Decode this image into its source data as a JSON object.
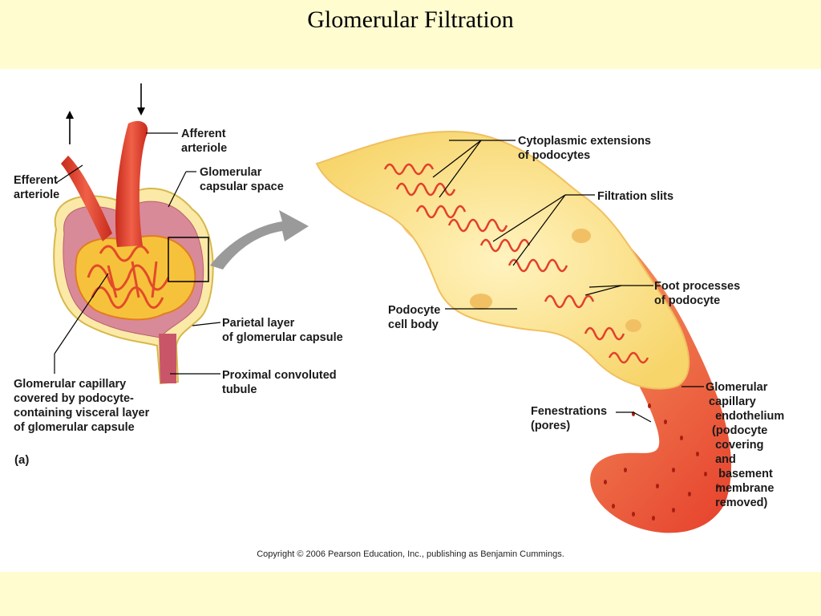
{
  "slide": {
    "title": "Glomerular Filtration",
    "copyright": "Copyright © 2006 Pearson Education, Inc., publishing as Benjamin Cummings.",
    "panel_label": "(a)"
  },
  "labels": {
    "afferent": "Afferent\narteriole",
    "efferent": "Efferent\narteriole",
    "capsular_space": "Glomerular\ncapsular space",
    "parietal": "Parietal layer\nof glomerular capsule",
    "pct": "Proximal convoluted\ntubule",
    "capillary_visceral": "Glomerular capillary\ncovered by podocyte-\ncontaining visceral layer\nof glomerular capsule",
    "cytoplasmic": "Cytoplasmic extensions\nof podocytes",
    "slits": "Filtration slits",
    "foot": "Foot processes\nof podocyte",
    "podocyte_body": "Podocyte\ncell body",
    "fenestrations": "Fenestrations\n(pores)",
    "endothelium": "Glomerular\n capillary\n   endothelium\n  (podocyte\n   covering\n   and\n    basement\n   membrane\n   removed)"
  },
  "colors": {
    "background": "#fffdd0",
    "vessel": "#e8402a",
    "podocyte": "#fde68a",
    "capsule": "#d98a98"
  }
}
